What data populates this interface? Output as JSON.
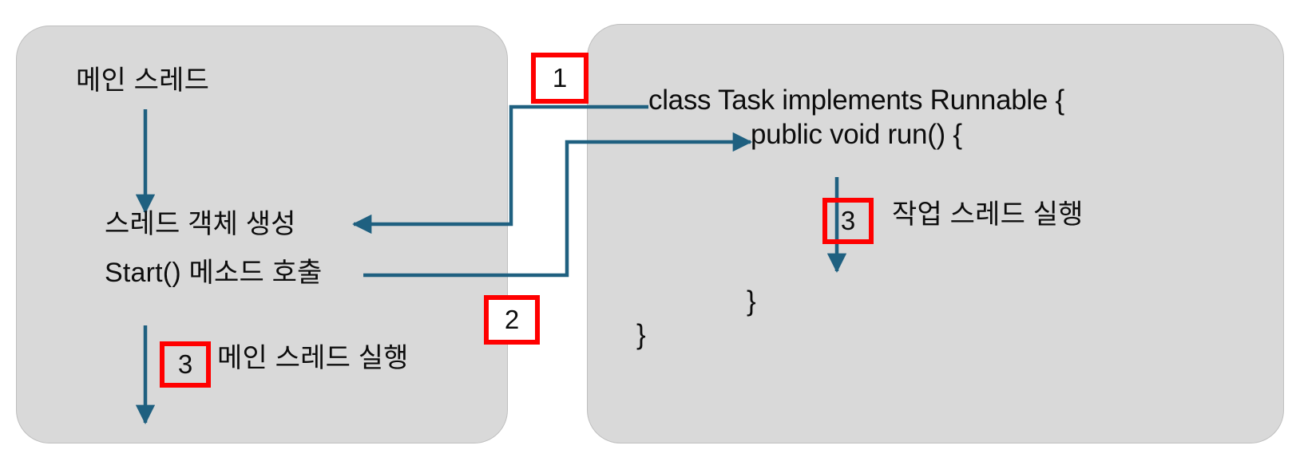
{
  "diagram": {
    "title_semantic": "java-thread-execution-flow",
    "colors": {
      "panel_fill": "#D9D9D9",
      "panel_border": "#BFBFBF",
      "connector": "#1F6080",
      "callout": "#FF0000",
      "text": "#0D0D0D",
      "background": "#FFFFFF"
    }
  },
  "left_panel": {
    "name": "main-thread-panel",
    "steps": [
      {
        "id": "main-thread",
        "text": "메인 스레드"
      },
      {
        "id": "create-thread-object",
        "text": "스레드 객체 생성"
      },
      {
        "id": "call-start-method",
        "text": "Start() 메소드 호출"
      },
      {
        "id": "main-thread-run",
        "text": "메인 스레드 실행"
      }
    ],
    "callout": {
      "number": "3"
    }
  },
  "right_panel": {
    "name": "runnable-task-panel",
    "code_lines": [
      {
        "id": "class-decl",
        "text": "class Task implements Runnable {"
      },
      {
        "id": "run-method",
        "text": "public void run() {"
      },
      {
        "id": "close-run",
        "text": "}"
      },
      {
        "id": "close-class",
        "text": "}"
      }
    ],
    "annotation": {
      "text": "작업 스레드 실행"
    },
    "callout": {
      "number": "3"
    }
  },
  "callouts": [
    {
      "id": "callout-1",
      "number": "1"
    },
    {
      "id": "callout-2",
      "number": "2"
    }
  ]
}
